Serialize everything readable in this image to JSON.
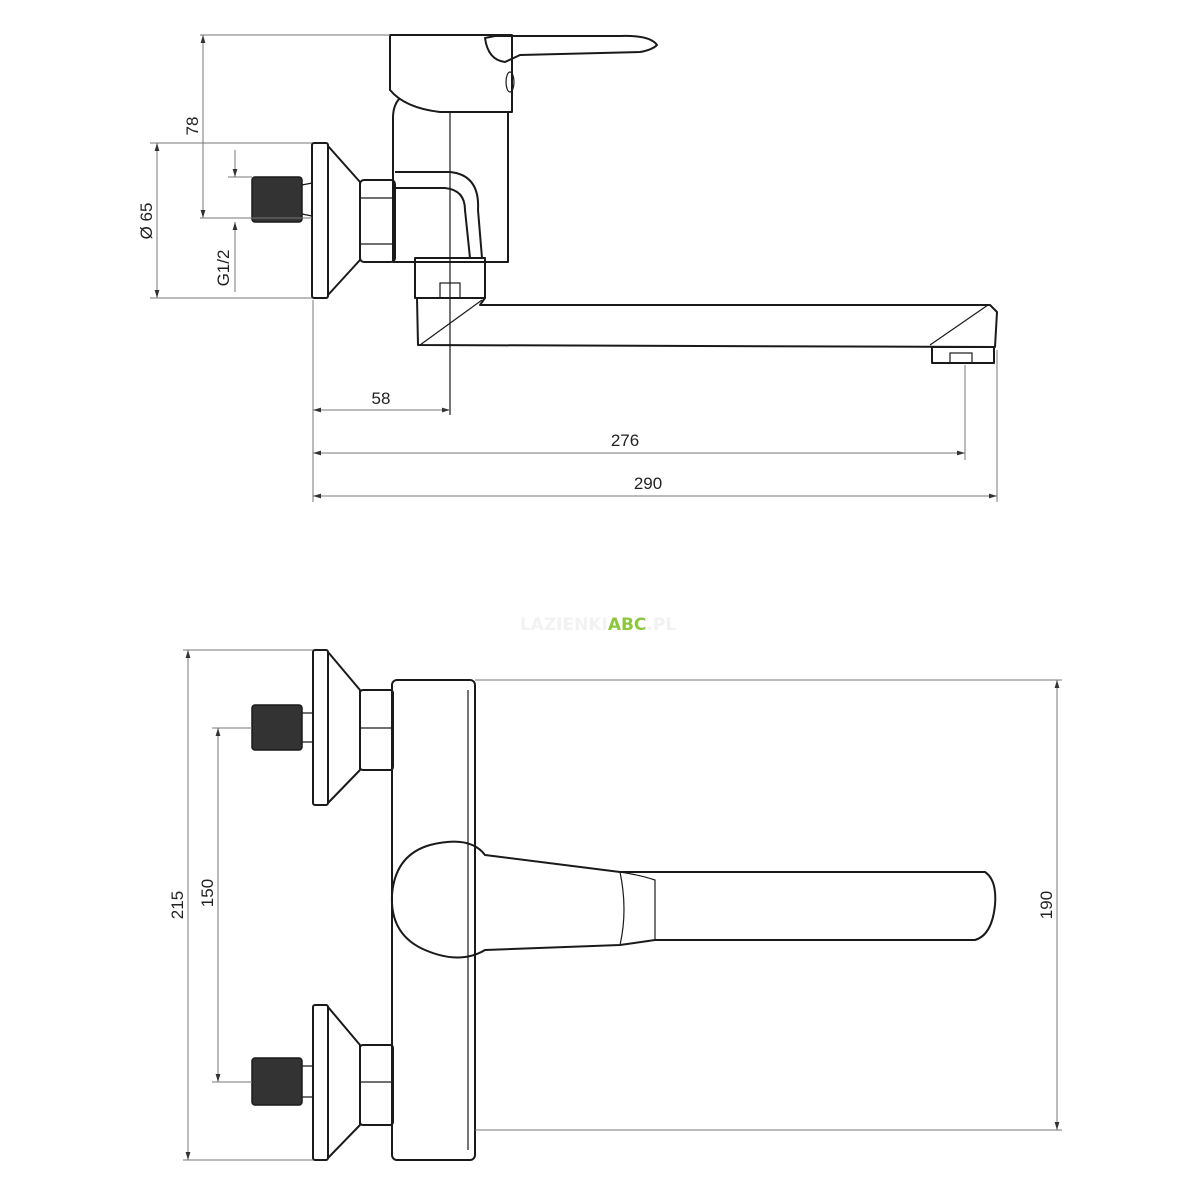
{
  "watermark": {
    "prefix": "LAZIENKI",
    "brand": "ABC",
    "suffix": ".PL",
    "brand_color": "#8dc63f"
  },
  "side_view": {
    "dimensions": {
      "height_top_to_inlet": "78",
      "plate_diameter": "Ø 65",
      "thread": "G1/2",
      "wall_to_body_axis": "58",
      "wall_to_outlet": "276",
      "total_depth": "290"
    }
  },
  "front_view": {
    "dimensions": {
      "total_height": "215",
      "inlet_spacing": "150",
      "body_height": "190"
    }
  }
}
